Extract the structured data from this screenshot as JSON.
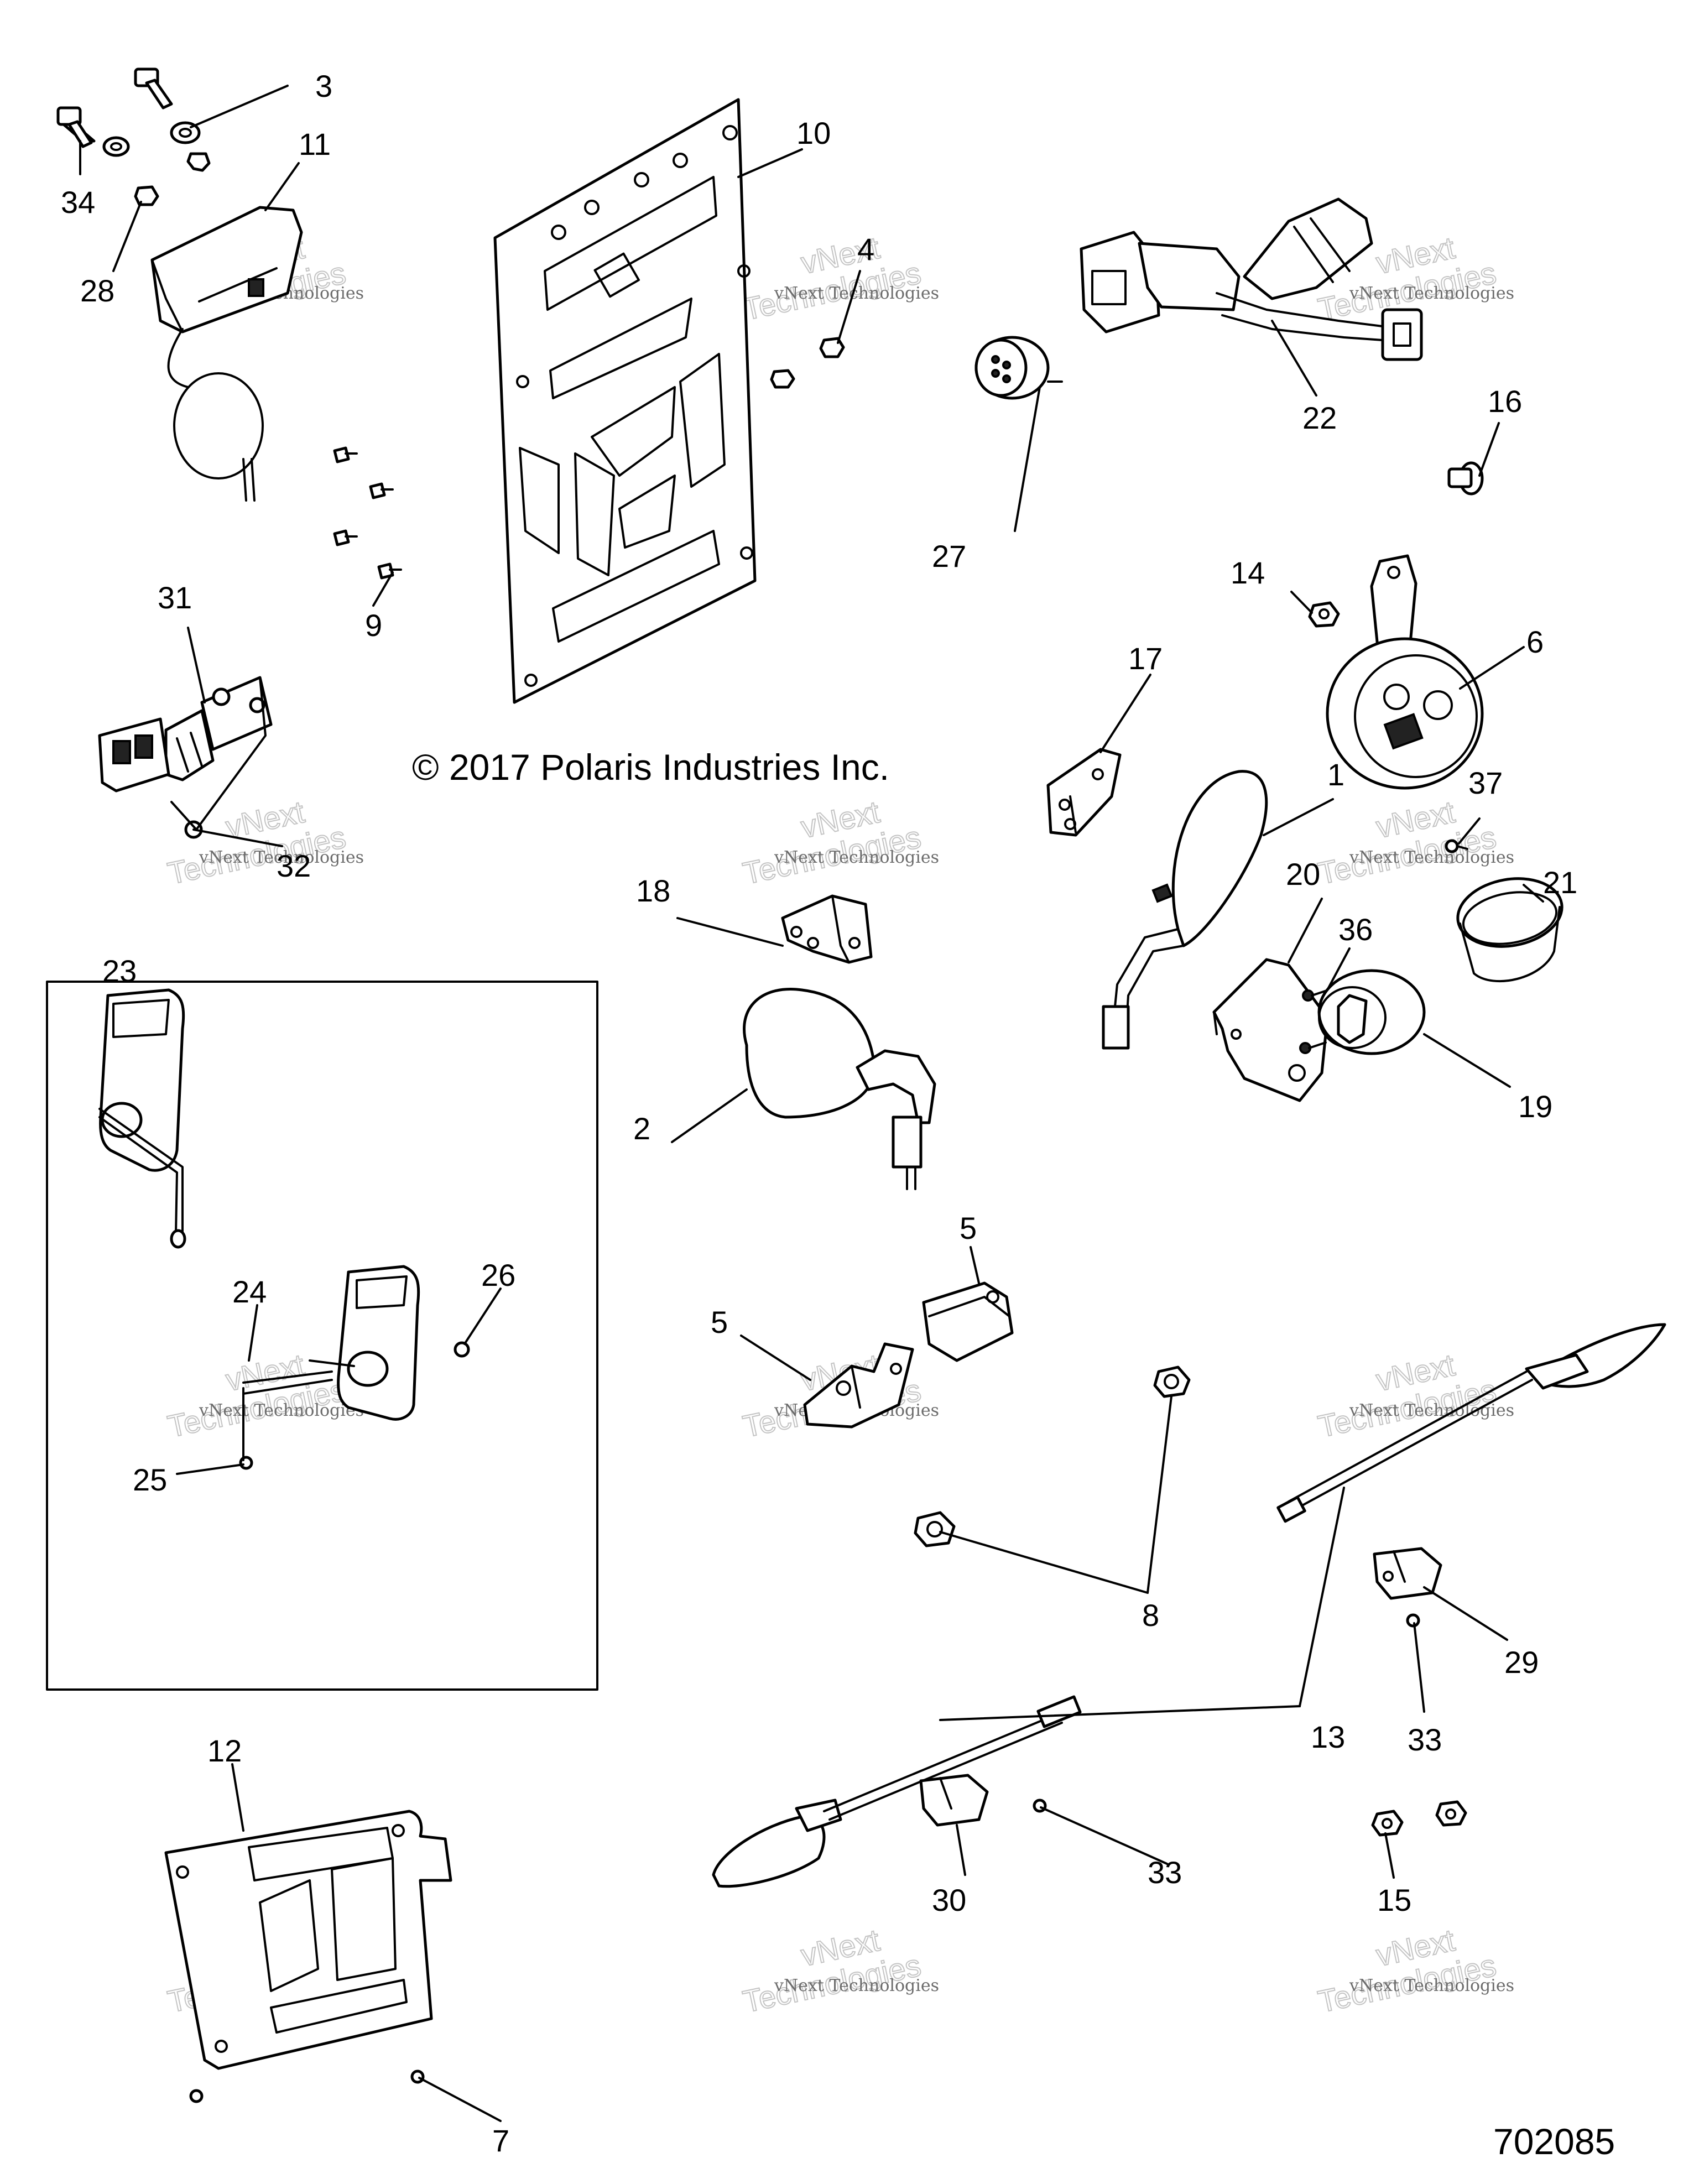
{
  "copyright": "© 2017 Polaris Industries Inc.",
  "diagram_id": "702085",
  "watermark": {
    "small": "vNext Technologies",
    "big_1": "vNext",
    "big_2": "Technologies"
  },
  "callouts": {
    "c1": "1",
    "c2": "2",
    "c3": "3",
    "c4": "4",
    "c5a": "5",
    "c5b": "5",
    "c6": "6",
    "c7": "7",
    "c8": "8",
    "c9": "9",
    "c10": "10",
    "c11": "11",
    "c12": "12",
    "c13": "13",
    "c14": "14",
    "c15": "15",
    "c16": "16",
    "c17": "17",
    "c18": "18",
    "c19": "19",
    "c20": "20",
    "c21": "21",
    "c22": "22",
    "c23": "23",
    "c24": "24",
    "c25": "25",
    "c26": "26",
    "c27": "27",
    "c28": "28",
    "c29": "29",
    "c30": "30",
    "c31": "31",
    "c32": "32",
    "c33a": "33",
    "c33b": "33",
    "c34": "34",
    "c36": "36",
    "c37": "37"
  },
  "colors": {
    "line": "#000000",
    "watermark": "#6b6b6b",
    "background": "#ffffff"
  }
}
